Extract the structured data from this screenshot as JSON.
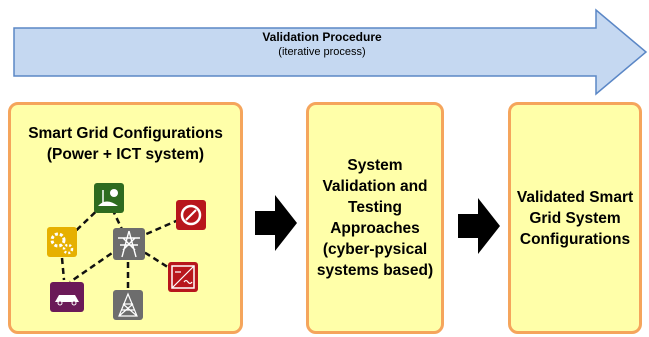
{
  "process_arrow": {
    "title": "Validation Procedure",
    "subtitle": "(iterative process)",
    "fill": "#c5d8f1",
    "stroke": "#5b87c6"
  },
  "boxes": [
    {
      "text": "Smart Grid Configurations\n(Power + ICT system)"
    },
    {
      "text": "System\nValidation and\nTesting\nApproaches\n(cyber-pysical\nsystems based)"
    },
    {
      "text": "Validated Smart\nGrid System\nConfigurations"
    }
  ],
  "colors": {
    "box_fill": "#ffffa9",
    "box_border": "#f5a55c",
    "green": "#2e6b1f",
    "yellow": "#e6b000",
    "gray": "#6d6d6d",
    "red": "#b8161c",
    "purple": "#6b1a58"
  },
  "icons": [
    "renewable-plant-icon",
    "gear-icon",
    "transmission-tower-icon",
    "washing-machine-icon",
    "inverter-icon",
    "electric-car-icon",
    "transformer-grid-icon"
  ]
}
